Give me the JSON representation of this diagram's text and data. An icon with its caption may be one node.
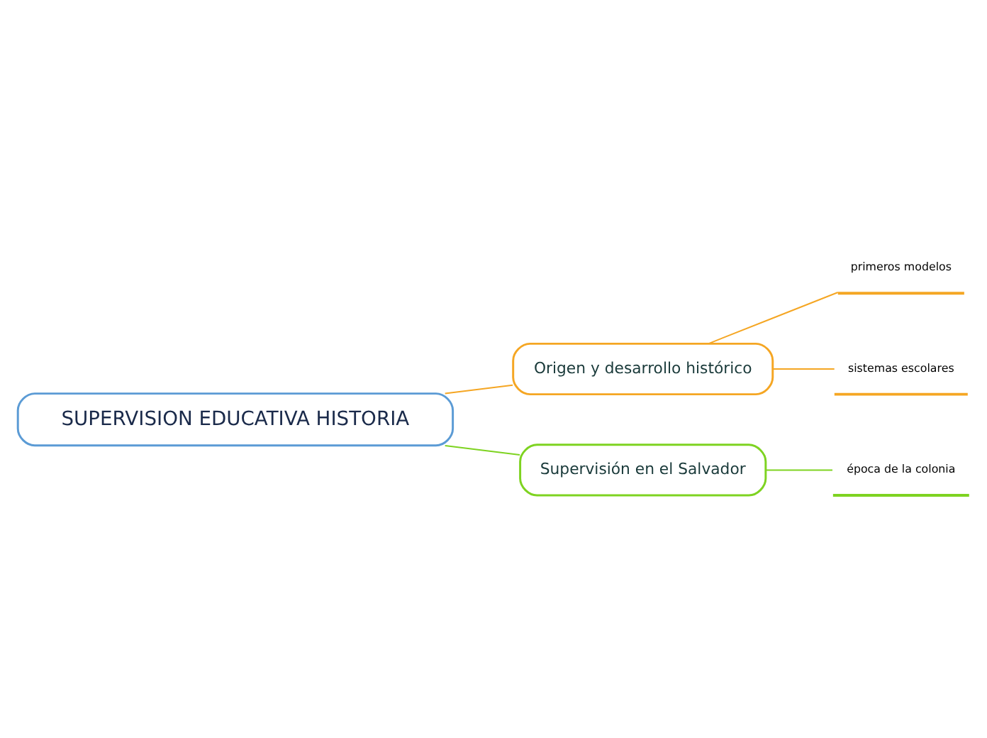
{
  "diagram": {
    "nodes": [
      {
        "text": [
          "SUPERVISION EDUCATIVA HISTORIA"
        ]
      },
      {
        "text": [
          "Origen y desarrollo histórico"
        ]
      },
      {
        "text": [
          "primeros modelos"
        ]
      },
      {
        "text": [
          "sistemas escolares"
        ]
      },
      {
        "text": [
          "Supervisión en el Salvador"
        ]
      },
      {
        "text": [
          "época de la colonia"
        ]
      }
    ],
    "edges": [
      {
        "from": 0,
        "to": 1,
        "arrow": "none"
      },
      {
        "from": 1,
        "to": 2,
        "arrow": "none"
      },
      {
        "from": 1,
        "to": 3,
        "arrow": "none"
      },
      {
        "from": 0,
        "to": 4,
        "arrow": "none",
        "color": "#7ed321"
      },
      {
        "from": 4,
        "to": 5,
        "arrow": "none",
        "color": "#7ed321"
      }
    ]
  }
}
